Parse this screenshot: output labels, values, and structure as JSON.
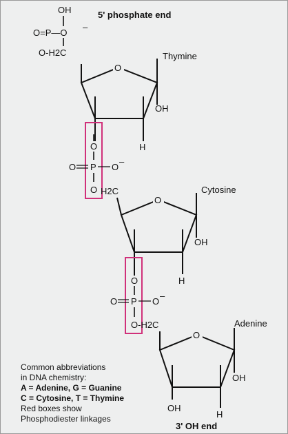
{
  "title_top": "5' phosphate end",
  "title_bottom": "3' OH end",
  "phosphate_top": {
    "oh": "OH",
    "row": "O=P—O",
    "minus": "–",
    "link": "O-H2C"
  },
  "nucleotides": [
    {
      "base": "Thymine",
      "ring_o": "O",
      "oh": "OH",
      "h": "H"
    },
    {
      "base": "Cytosine",
      "ring_o": "O",
      "oh": "OH",
      "h": "H",
      "ch2": "H2C"
    },
    {
      "base": "Adenine",
      "ring_o": "O",
      "oh": "OH",
      "oh3": "OH",
      "h": "H",
      "ch2": "O-H2C"
    }
  ],
  "linkage": {
    "o": "O",
    "p": "P",
    "minus": "–"
  },
  "legend": {
    "line1": "Common abbreviations",
    "line2": "in DNA chemistry:",
    "line3": "A = Adenine, G = Guanine",
    "line4": "C = Cytosine, T = Thymine",
    "line5": "Red boxes show",
    "line6": "Phosphodiester linkages"
  },
  "colors": {
    "box": "#d0307a",
    "line": "#111111"
  }
}
